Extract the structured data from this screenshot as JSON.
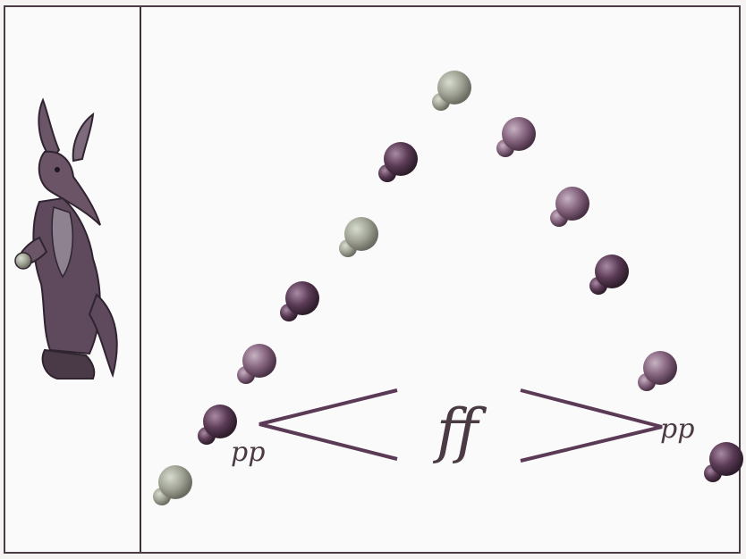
{
  "markings": {
    "start": "pp",
    "peak": "ff",
    "end": "pp"
  },
  "colors": {
    "border": "#4a3b45",
    "ink": "#5a3a55",
    "ball_dark": "#4a2f45",
    "ball_mid": "#7a5a72",
    "ball_light": "#9aa090",
    "kangaroo": "#5e4a5c"
  },
  "icons": {
    "mascot": "kangaroo-illustration",
    "ball": "bouncing-ball"
  }
}
